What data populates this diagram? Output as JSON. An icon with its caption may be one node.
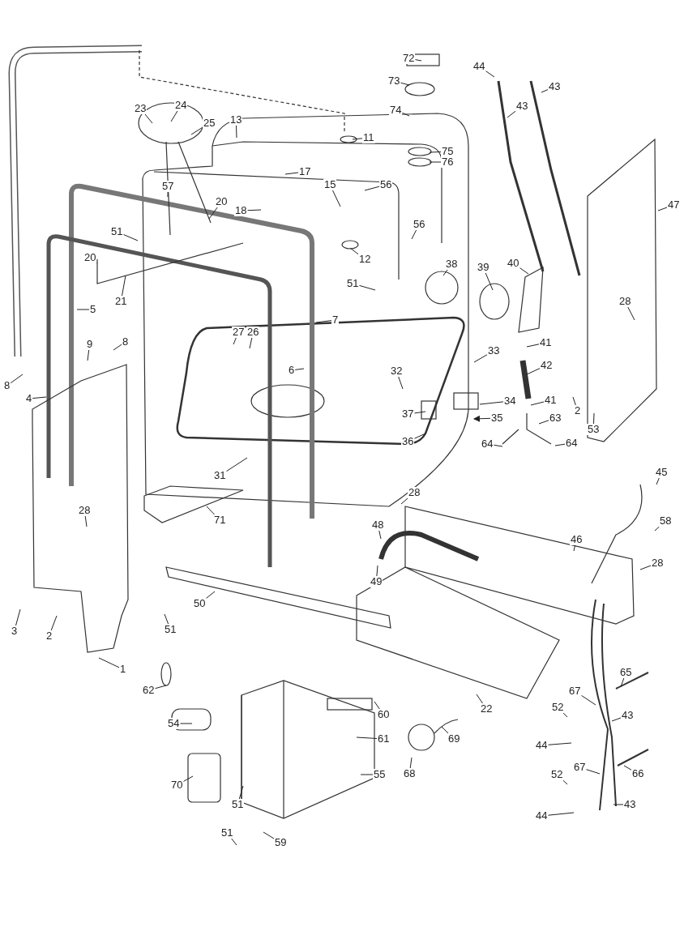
{
  "diagram": {
    "nodes": [
      {
        "text": [
          "72"
        ]
      },
      {
        "text": [
          "44"
        ]
      },
      {
        "text": [
          "43"
        ]
      },
      {
        "text": [
          "73"
        ]
      },
      {
        "text": [
          "23"
        ]
      },
      {
        "text": [
          "24"
        ]
      },
      {
        "text": [
          "43"
        ]
      },
      {
        "text": [
          "25"
        ]
      },
      {
        "text": [
          "74"
        ]
      },
      {
        "text": [
          "13"
        ]
      },
      {
        "text": [
          "11"
        ]
      },
      {
        "text": [
          "75"
        ]
      },
      {
        "text": [
          "76"
        ]
      },
      {
        "text": [
          "17"
        ]
      },
      {
        "text": [
          "57"
        ]
      },
      {
        "text": [
          "56"
        ]
      },
      {
        "text": [
          "15"
        ]
      },
      {
        "text": [
          "47"
        ]
      },
      {
        "text": [
          "20"
        ]
      },
      {
        "text": [
          "18"
        ]
      },
      {
        "text": [
          "51"
        ]
      },
      {
        "text": [
          "56"
        ]
      },
      {
        "text": [
          "12"
        ]
      },
      {
        "text": [
          "20"
        ]
      },
      {
        "text": [
          "38"
        ]
      },
      {
        "text": [
          "39"
        ]
      },
      {
        "text": [
          "40"
        ]
      },
      {
        "text": [
          "21"
        ]
      },
      {
        "text": [
          "51"
        ]
      },
      {
        "text": [
          "5"
        ]
      },
      {
        "text": [
          "28"
        ]
      },
      {
        "text": [
          "7"
        ]
      },
      {
        "text": [
          "27"
        ]
      },
      {
        "text": [
          "26"
        ]
      },
      {
        "text": [
          "9"
        ]
      },
      {
        "text": [
          "8"
        ]
      },
      {
        "text": [
          "41"
        ]
      },
      {
        "text": [
          "33"
        ]
      },
      {
        "text": [
          "6"
        ]
      },
      {
        "text": [
          "42"
        ]
      },
      {
        "text": [
          "8"
        ]
      },
      {
        "text": [
          "32"
        ]
      },
      {
        "text": [
          "4"
        ]
      },
      {
        "text": [
          "41"
        ]
      },
      {
        "text": [
          "34"
        ]
      },
      {
        "text": [
          "63"
        ]
      },
      {
        "text": [
          "53"
        ]
      },
      {
        "text": [
          "2"
        ]
      },
      {
        "text": [
          "37"
        ]
      },
      {
        "text": [
          "35"
        ]
      },
      {
        "text": [
          "64"
        ]
      },
      {
        "text": [
          "64"
        ]
      },
      {
        "text": [
          "36"
        ]
      },
      {
        "text": [
          "31"
        ]
      },
      {
        "text": [
          "45"
        ]
      },
      {
        "text": [
          "28"
        ]
      },
      {
        "text": [
          "58"
        ]
      },
      {
        "text": [
          "71"
        ]
      },
      {
        "text": [
          "28"
        ]
      },
      {
        "text": [
          "48"
        ]
      },
      {
        "text": [
          "46"
        ]
      },
      {
        "text": [
          "28"
        ]
      },
      {
        "text": [
          "49"
        ]
      },
      {
        "text": [
          "50"
        ]
      },
      {
        "text": [
          "3"
        ]
      },
      {
        "text": [
          "2"
        ]
      },
      {
        "text": [
          "51"
        ]
      },
      {
        "text": [
          "1"
        ]
      },
      {
        "text": [
          "65"
        ]
      },
      {
        "text": [
          "62"
        ]
      },
      {
        "text": [
          "22"
        ]
      },
      {
        "text": [
          "60"
        ]
      },
      {
        "text": [
          "67"
        ]
      },
      {
        "text": [
          "52"
        ]
      },
      {
        "text": [
          "43"
        ]
      },
      {
        "text": [
          "54"
        ]
      },
      {
        "text": [
          "69"
        ]
      },
      {
        "text": [
          "61"
        ]
      },
      {
        "text": [
          "44"
        ]
      },
      {
        "text": [
          "68"
        ]
      },
      {
        "text": [
          "67"
        ]
      },
      {
        "text": [
          "66"
        ]
      },
      {
        "text": [
          "52"
        ]
      },
      {
        "text": [
          "70"
        ]
      },
      {
        "text": [
          "55"
        ]
      },
      {
        "text": [
          "51"
        ]
      },
      {
        "text": [
          "43"
        ]
      },
      {
        "text": [
          "44"
        ]
      },
      {
        "text": [
          "51"
        ]
      },
      {
        "text": [
          "59"
        ]
      }
    ],
    "edges": [
      {
        "from": 0,
        "to": null,
        "arrow": "none"
      },
      {
        "from": 1,
        "to": null,
        "arrow": "none"
      },
      {
        "from": 2,
        "to": null,
        "arrow": "none"
      },
      {
        "from": 3,
        "to": null,
        "arrow": "none"
      },
      {
        "from": 4,
        "to": null,
        "arrow": "none"
      },
      {
        "from": 5,
        "to": null,
        "arrow": "none"
      },
      {
        "from": 6,
        "to": null,
        "arrow": "none"
      },
      {
        "from": 7,
        "to": null,
        "arrow": "none"
      },
      {
        "from": 8,
        "to": null,
        "arrow": "none"
      },
      {
        "from": 9,
        "to": null,
        "arrow": "none"
      },
      {
        "from": 10,
        "to": null,
        "arrow": "none"
      },
      {
        "from": 11,
        "to": null,
        "arrow": "none"
      },
      {
        "from": 12,
        "to": null,
        "arrow": "none"
      },
      {
        "from": 13,
        "to": null,
        "arrow": "none"
      },
      {
        "from": 14,
        "to": null,
        "arrow": "none"
      },
      {
        "from": 15,
        "to": null,
        "arrow": "none"
      },
      {
        "from": 16,
        "to": null,
        "arrow": "none"
      },
      {
        "from": 17,
        "to": null,
        "arrow": "none"
      },
      {
        "from": 18,
        "to": null,
        "arrow": "none"
      },
      {
        "from": 19,
        "to": null,
        "arrow": "none"
      },
      {
        "from": 20,
        "to": null,
        "arrow": "none"
      },
      {
        "from": 21,
        "to": null,
        "arrow": "none"
      },
      {
        "from": 22,
        "to": null,
        "arrow": "none"
      },
      {
        "from": 23,
        "to": null,
        "arrow": "none"
      },
      {
        "from": 24,
        "to": null,
        "arrow": "none"
      },
      {
        "from": 25,
        "to": null,
        "arrow": "none"
      },
      {
        "from": 26,
        "to": null,
        "arrow": "none"
      },
      {
        "from": 27,
        "to": null,
        "arrow": "none"
      },
      {
        "from": 28,
        "to": null,
        "arrow": "none"
      },
      {
        "from": 29,
        "to": null,
        "arrow": "none"
      },
      {
        "from": 30,
        "to": null,
        "arrow": "none"
      },
      {
        "from": 31,
        "to": null,
        "arrow": "none"
      },
      {
        "from": 32,
        "to": null,
        "arrow": "none"
      },
      {
        "from": 33,
        "to": null,
        "arrow": "none"
      },
      {
        "from": 34,
        "to": null,
        "arrow": "none"
      },
      {
        "from": 35,
        "to": null,
        "arrow": "none"
      },
      {
        "from": 36,
        "to": null,
        "arrow": "none"
      },
      {
        "from": 37,
        "to": null,
        "arrow": "none"
      },
      {
        "from": 38,
        "to": null,
        "arrow": "none"
      },
      {
        "from": 39,
        "to": null,
        "arrow": "none"
      },
      {
        "from": 40,
        "to": null,
        "arrow": "none"
      },
      {
        "from": 41,
        "to": null,
        "arrow": "none"
      },
      {
        "from": 42,
        "to": null,
        "arrow": "none"
      },
      {
        "from": 43,
        "to": null,
        "arrow": "none"
      },
      {
        "from": 44,
        "to": null,
        "arrow": "none"
      },
      {
        "from": 45,
        "to": null,
        "arrow": "none"
      },
      {
        "from": 46,
        "to": null,
        "arrow": "none"
      },
      {
        "from": 47,
        "to": null,
        "arrow": "none"
      },
      {
        "from": 48,
        "to": null,
        "arrow": "none"
      },
      {
        "from": 49,
        "to": null,
        "arrow": "to"
      },
      {
        "from": 50,
        "to": null,
        "arrow": "none"
      },
      {
        "from": 51,
        "to": null,
        "arrow": "none"
      },
      {
        "from": 52,
        "to": null,
        "arrow": "none"
      },
      {
        "from": 53,
        "to": null,
        "arrow": "none"
      },
      {
        "from": 54,
        "to": null,
        "arrow": "none"
      },
      {
        "from": 55,
        "to": null,
        "arrow": "none"
      },
      {
        "from": 56,
        "to": null,
        "arrow": "none"
      },
      {
        "from": 57,
        "to": null,
        "arrow": "none"
      },
      {
        "from": 58,
        "to": null,
        "arrow": "none"
      },
      {
        "from": 59,
        "to": null,
        "arrow": "none"
      },
      {
        "from": 60,
        "to": null,
        "arrow": "none"
      },
      {
        "from": 61,
        "to": null,
        "arrow": "none"
      },
      {
        "from": 62,
        "to": null,
        "arrow": "none"
      },
      {
        "from": 63,
        "to": null,
        "arrow": "none"
      },
      {
        "from": 64,
        "to": null,
        "arrow": "none"
      },
      {
        "from": 65,
        "to": null,
        "arrow": "none"
      },
      {
        "from": 66,
        "to": null,
        "arrow": "none"
      },
      {
        "from": 67,
        "to": null,
        "arrow": "none"
      },
      {
        "from": 68,
        "to": null,
        "arrow": "none"
      },
      {
        "from": 69,
        "to": null,
        "arrow": "none"
      },
      {
        "from": 70,
        "to": null,
        "arrow": "none"
      },
      {
        "from": 71,
        "to": null,
        "arrow": "none"
      },
      {
        "from": 72,
        "to": null,
        "arrow": "none"
      },
      {
        "from": 73,
        "to": null,
        "arrow": "none"
      },
      {
        "from": 74,
        "to": null,
        "arrow": "none"
      },
      {
        "from": 75,
        "to": null,
        "arrow": "none"
      },
      {
        "from": 76,
        "to": null,
        "arrow": "none"
      },
      {
        "from": 77,
        "to": null,
        "arrow": "none"
      },
      {
        "from": 78,
        "to": null,
        "arrow": "none"
      },
      {
        "from": 79,
        "to": null,
        "arrow": "none"
      },
      {
        "from": 80,
        "to": null,
        "arrow": "none"
      },
      {
        "from": 81,
        "to": null,
        "arrow": "none"
      },
      {
        "from": 82,
        "to": null,
        "arrow": "none"
      },
      {
        "from": 83,
        "to": null,
        "arrow": "none"
      },
      {
        "from": 84,
        "to": null,
        "arrow": "none"
      },
      {
        "from": 85,
        "to": null,
        "arrow": "none"
      },
      {
        "from": 86,
        "to": null,
        "arrow": "none"
      },
      {
        "from": 87,
        "to": null,
        "arrow": "none"
      },
      {
        "from": 88,
        "to": null,
        "arrow": "none"
      },
      {
        "from": 89,
        "to": null,
        "arrow": "none"
      }
    ]
  }
}
